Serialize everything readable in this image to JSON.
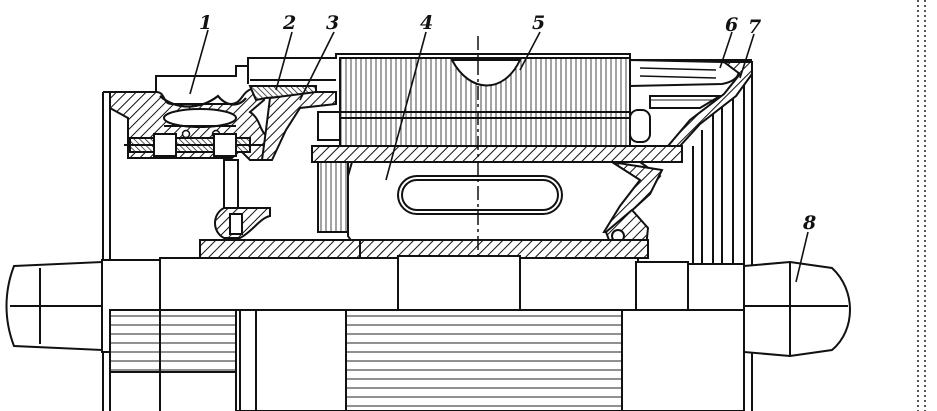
{
  "drawing": {
    "ink_color": "#111111",
    "paper_color": "#ffffff",
    "callouts": [
      {
        "id": "part-1",
        "label": "1"
      },
      {
        "id": "part-2",
        "label": "2"
      },
      {
        "id": "part-3",
        "label": "3"
      },
      {
        "id": "part-4",
        "label": "4"
      },
      {
        "id": "part-5",
        "label": "5"
      },
      {
        "id": "part-6",
        "label": "6"
      },
      {
        "id": "part-7",
        "label": "7"
      },
      {
        "id": "part-8",
        "label": "8"
      }
    ]
  }
}
